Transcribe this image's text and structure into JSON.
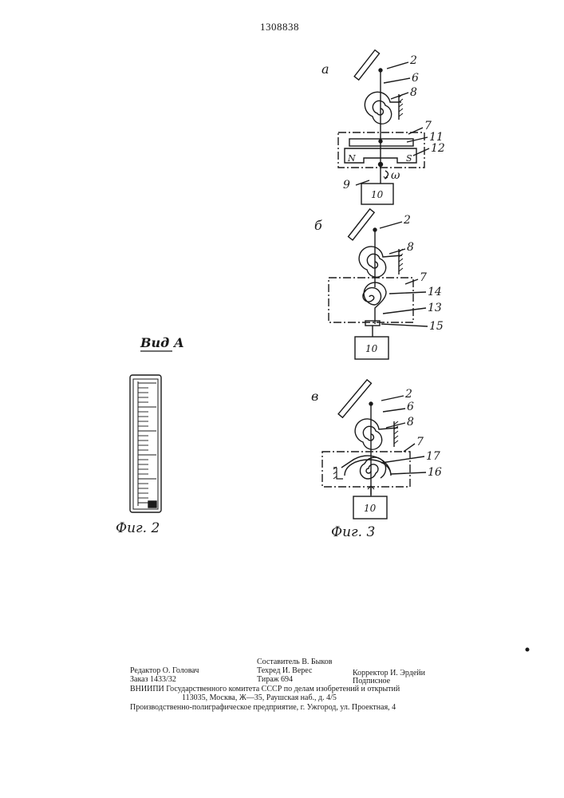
{
  "header": {
    "patent_number": "1308838"
  },
  "fig2": {
    "view_label": "Вид А",
    "caption": "Фиг. 2"
  },
  "fig3": {
    "caption": "Фиг. 3",
    "variant_a": {
      "letter": "а",
      "labels": {
        "mirror": "2",
        "shaft": "6",
        "spring": "8",
        "housing": "7",
        "disk": "11",
        "magnet": "12",
        "shaft_lower": "9",
        "omega": "ω",
        "drive": "10",
        "magnet_n": "N",
        "magnet_s": "S"
      }
    },
    "variant_b": {
      "letter": "б",
      "labels": {
        "mirror": "2",
        "spring": "8",
        "housing": "7",
        "spiral": "14",
        "hook": "13",
        "coupling": "15",
        "drive": "10"
      }
    },
    "variant_v": {
      "letter": "в",
      "labels": {
        "mirror": "2",
        "shaft": "6",
        "spring": "8",
        "housing": "7",
        "spiral": "17",
        "ring": "16",
        "drive": "10"
      }
    }
  },
  "imprint": {
    "compiler": "Составитель В. Быков",
    "editor": "Редактор О. Головач",
    "tech_editor": "Техред И. Верес",
    "corrector": "Корректор И. Эрдейи",
    "order": "Заказ 1433/32",
    "circulation": "Тираж 694",
    "subscription": "Подписное",
    "institute": "ВНИИПИ Государственного комитета СССР по делам изобретений и открытий",
    "address": "113035, Москва, Ж—35, Раушская наб., д. 4/5",
    "printer": "Производственно-полиграфическое предприятие, г. Ужгород, ул. Проектная, 4"
  }
}
